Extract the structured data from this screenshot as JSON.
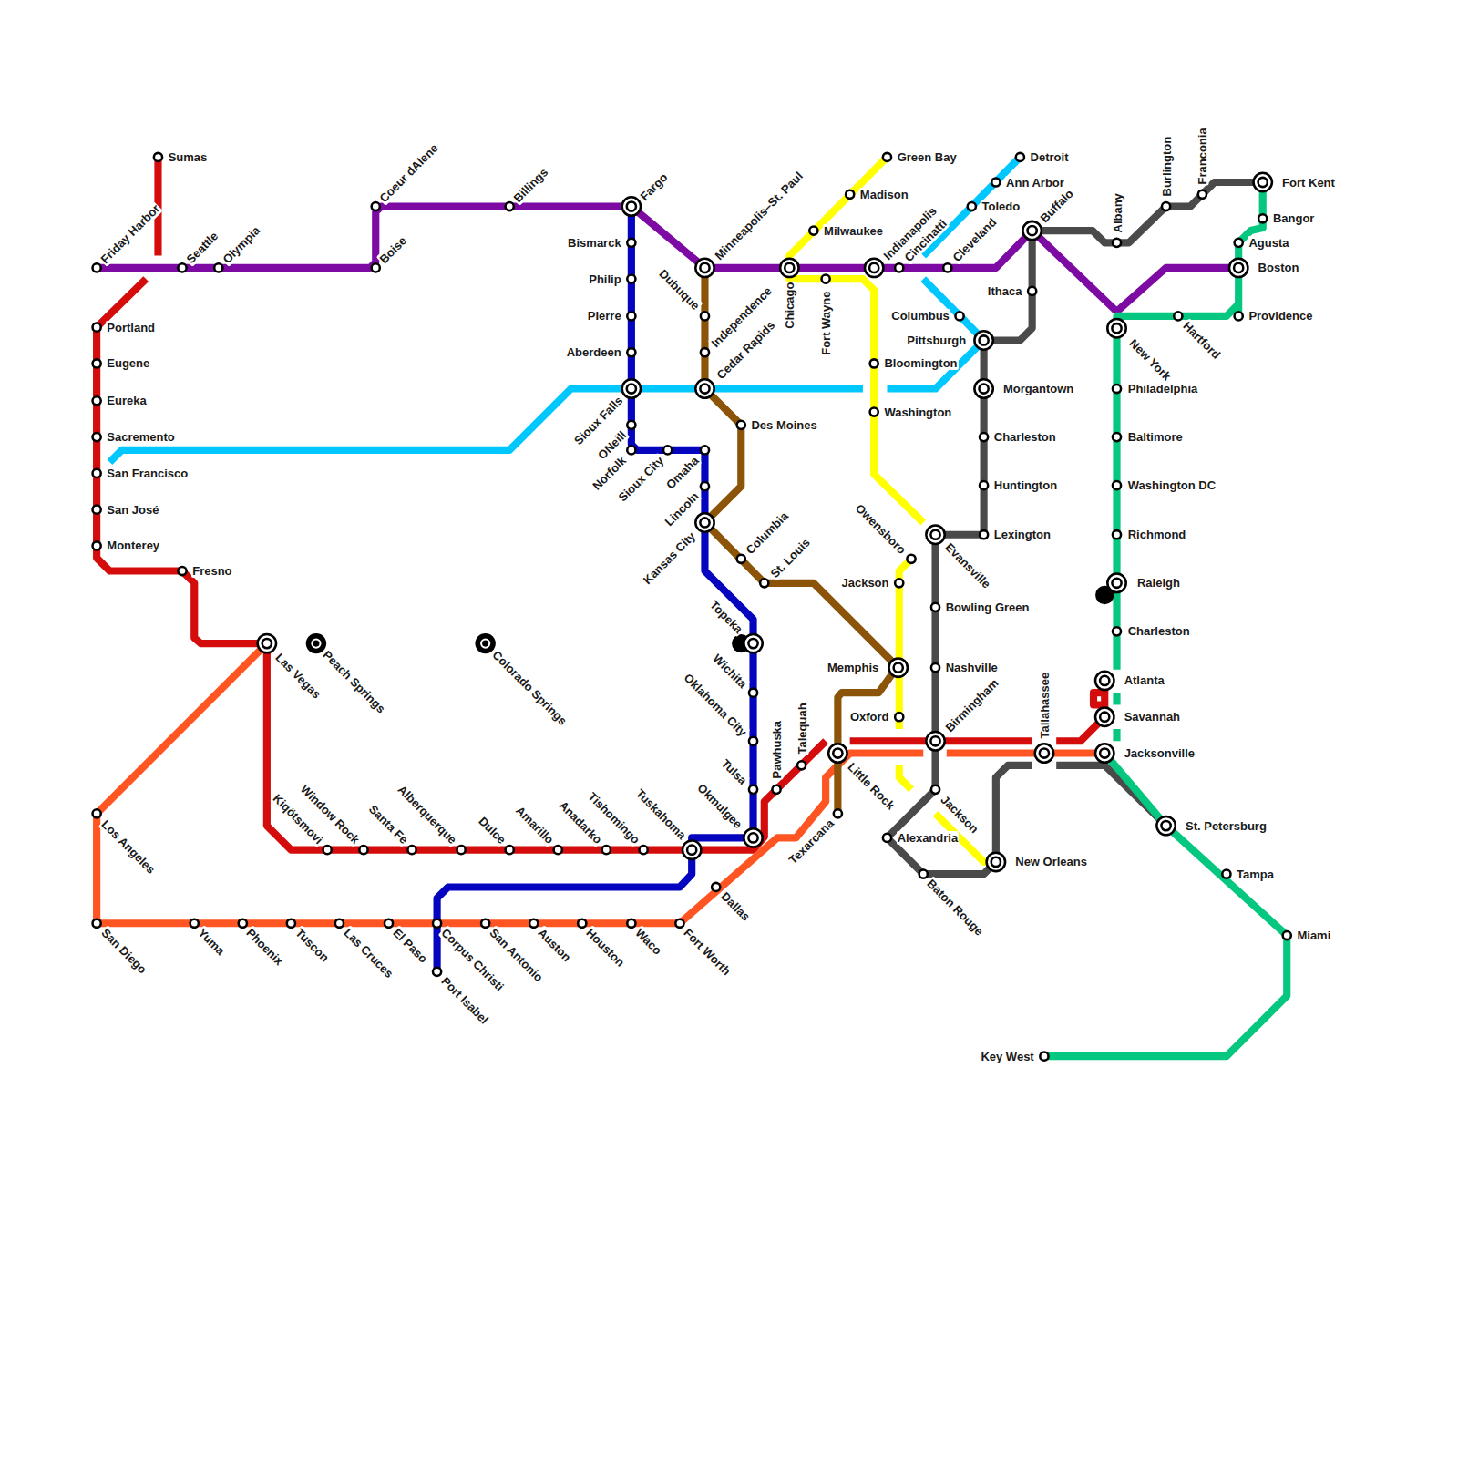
{
  "diagram": {
    "labels": [
      "Sumas",
      "Friday Harbor",
      "Seattle",
      "Olympia",
      "Coeur dAlene",
      "Boise",
      "Billings",
      "Fargo",
      "Bismarck",
      "Philip",
      "Pierre",
      "Aberdeen",
      "Minneapolis–St. Paul",
      "Dubuque",
      "Chicago",
      "Fort Wayne",
      "Green Bay",
      "Madison",
      "Milwaukee",
      "Indianapolis",
      "Cincinatti",
      "Detroit",
      "Ann Arbor",
      "Toledo",
      "Cleveland",
      "Buffalo",
      "Albany",
      "Burlington",
      "Franconia",
      "Fort Kent",
      "Bangor",
      "Agusta",
      "Boston",
      "Providence",
      "Hartford",
      "Ithaca",
      "Columbus",
      "Pittsburgh",
      "New York",
      "Philadelphia",
      "Baltimore",
      "Washington DC",
      "Richmond",
      "Raleigh",
      "Charleston",
      "Atlanta",
      "Savannah",
      "Jacksonville",
      "St. Petersburg",
      "Tampa",
      "Miami",
      "Key West",
      "Morgantown",
      "Charleston",
      "Huntington",
      "Lexington",
      "Independence",
      "Cedar Rapids",
      "Des Moines",
      "Bloomington",
      "Washington",
      "Sioux Falls",
      "ONeill",
      "Norfolk",
      "Sioux City",
      "Omaha",
      "Lincoln",
      "Kansas City",
      "Columbia",
      "St. Louis",
      "Owensboro",
      "Evansville",
      "Jackson",
      "Bowling Green",
      "Memphis",
      "Nashville",
      "Oxford",
      "Birmingham",
      "Tallahassee",
      "Jackson",
      "Alexandria",
      "Baton Rouge",
      "New Orleans",
      "Topeka",
      "Wichita",
      "Oklahoma City",
      "Tulsa",
      "Okmulgee",
      "Pawhuska",
      "Talequah",
      "Little Rock",
      "Texarcana",
      "Las Vegas",
      "Peach Springs",
      "Colorado Springs",
      "Fresno",
      "Portland",
      "Eugene",
      "Eureka",
      "Sacremento",
      "San Francisco",
      "San José",
      "Monterey",
      "Los Angeles",
      "San Diego",
      "Yuma",
      "Phoenix",
      "Tuscon",
      "Las Cruces",
      "El Paso",
      "Corpus Christi",
      "Port Isabel",
      "San Antonio",
      "Auston",
      "Houston",
      "Waco",
      "Fort Worth",
      "Dallas",
      "Kiqötsmovi",
      "Window Rock",
      "Santa Fe",
      "Alberquerque",
      "Dulce",
      "Amarillo",
      "Anadarko",
      "Tishomingo",
      "Tuskahoma"
    ]
  }
}
